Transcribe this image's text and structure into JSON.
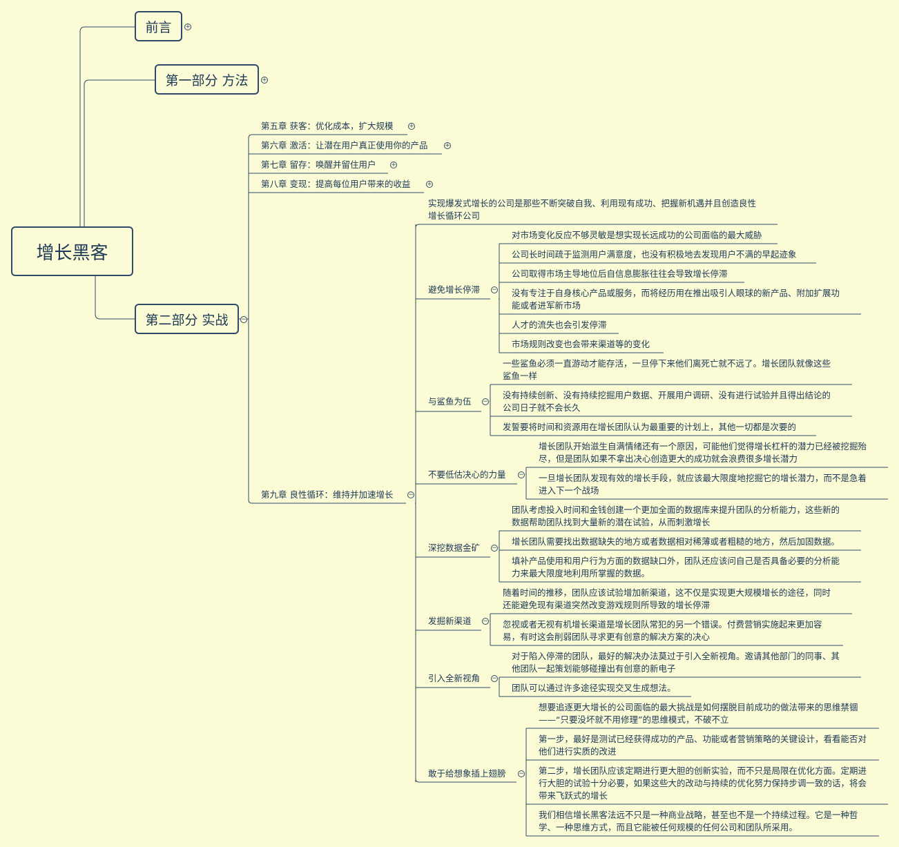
{
  "root": "增长黑客",
  "branches": {
    "preface": "前言",
    "part1": "第一部分 方法",
    "part2": "第二部分 实战"
  },
  "chapters": [
    "第五章 获客：优化成本，扩大规模",
    "第六章 激活：让潜在用户真正使用你的产品",
    "第七章 留存：唤醒并留住用户",
    "第八章 变现：提高每位用户带来的收益",
    "第九章 良性循环：维持并加速增长"
  ],
  "ch9_intro": "实现爆发式增长的公司是那些不断突破自我、利用现有成功、把握新机遇并且创造良性\n增长循环公司",
  "sections": [
    {
      "title": "避免增长停滞",
      "items": [
        "对市场变化反应不够灵敏是想实现长远成功的公司面临的最大威胁",
        "公司长时间疏于监测用户满意度，也没有积极地去发现用户不满的早起迹象",
        "公司取得市场主导地位后自信息膨胀往往会导致增长停滞",
        "没有专注于自身核心产品或服务，而将经历用在推出吸引人眼球的新产品、附加扩展功\n能或者进军新市场",
        "人才的流失也会引发停滞",
        "市场规则改变也会带来渠道等的变化"
      ]
    },
    {
      "title": "与鲨鱼为伍",
      "items": [
        "一些鲨鱼必须一直游动才能存活，一旦停下来他们离死亡就不远了。增长团队就像这些\n鲨鱼一样",
        "没有持续创新、没有持续挖掘用户数据、开展用户调研、没有进行试验并且得出结论的\n公司日子就不会长久",
        "发誓要将时间和资源用在增长团队认为最重要的计划上，其他一切都是次要的"
      ]
    },
    {
      "title": "不要低估决心的力量",
      "items": [
        "增长团队开始滋生自满情绪还有一个原因，可能他们觉得增长杠杆的潜力已经被挖掘殆\n尽，但是团队如果不拿出决心创造更大的成功就会浪费很多增长潜力",
        "一旦增长团队发现有效的增长手段，就应该最大限度地挖掘它的增长潜力，而不是急着\n进入下一个战场"
      ]
    },
    {
      "title": "深挖数据金矿",
      "items": [
        "团队考虑投入时间和金钱创建一个更加全面的数据库来提升团队的分析能力，这些新的\n数据帮助团队找到大量新的潜在试验，从而刺激增长",
        "增长团队需要找出数据缺失的地方或者数据相对稀薄或者粗糙的地方，然后加固数据。",
        "填补产品使用和用户行为方面的数据缺口外，团队还应该问自己是否具备必要的分析能\n力来最大限度地利用所掌握的数据。"
      ]
    },
    {
      "title": "发掘新渠道",
      "items": [
        "随着时间的推移，团队应该试验增加新渠道，这不仅是实现更大规模增长的途径，同时\n还能避免现有渠道突然改变游戏规则所导致的增长停滞",
        "忽视或者无视有机增长渠道是增长团队常犯的另一个错误。付费营销实施起来更加容\n易，有时这会削弱团队寻求更有创意的解决方案的决心"
      ]
    },
    {
      "title": "引入全新视角",
      "items": [
        "对于陷入停滞的团队，最好的解决办法莫过于引入全新视角。邀请其他部门的同事、其\n他团队一起策划能够碰撞出有创意的新电子",
        "团队可以通过许多途径实现交叉生成想法。"
      ]
    },
    {
      "title": "敢于给想象插上翅膀",
      "items": [
        "想要追逐更大增长的公司面临的最大挑战是如何摆脱目前成功的做法带来的思维禁锢\n——“只要没坏就不用修理”的思维模式，不破不立",
        "第一步，最好是测试已经获得成功的产品、功能或者营销策略的关键设计，看看能否对\n他们进行实质的改进",
        "第二步，增长团队应该定期进行更大胆的创新实验，而不只是局限在优化方面。定期进\n行大胆的试验十分必要，如果这些大的改动与持续的优化努力保持步调一致的话，将会\n带来飞跃式的增长",
        "我们相信增长黑客法远不只是一种商业战略，甚至也不是一个持续过程。它是一种哲\n学、一种思维方式，而且它能被任何规模的任何公司和团队所采用。"
      ]
    }
  ]
}
